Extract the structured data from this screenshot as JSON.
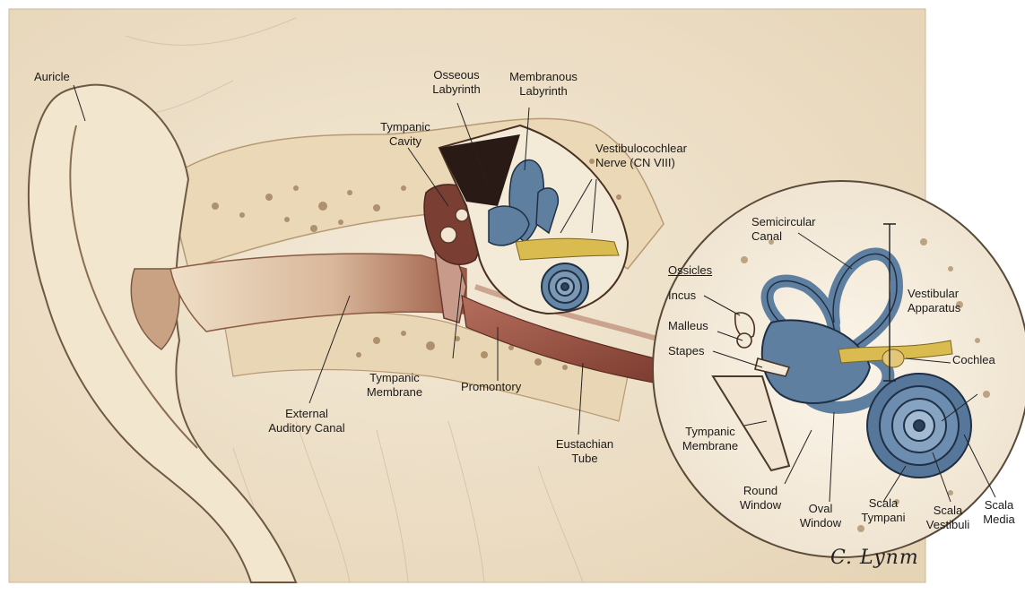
{
  "diagram": {
    "labels": {
      "auricle": "Auricle",
      "osseous_labyrinth": [
        "Osseous",
        "Labyrinth"
      ],
      "membranous_labyrinth": [
        "Membranous",
        "Labyrinth"
      ],
      "tympanic_cavity": [
        "Tympanic",
        "Cavity"
      ],
      "vestibulocochlear_nerve": [
        "Vestibulocochlear",
        "Nerve (CN VIII)"
      ],
      "tympanic_membrane_main": [
        "Tympanic",
        "Membrane"
      ],
      "promontory": "Promontory",
      "external_auditory_canal": [
        "External",
        "Auditory Canal"
      ],
      "eustachian_tube": [
        "Eustachian",
        "Tube"
      ]
    },
    "inset": {
      "semicircular_canal": [
        "Semicircular",
        "Canal"
      ],
      "ossicles": "Ossicles",
      "incus": "Incus",
      "malleus": "Malleus",
      "stapes": "Stapes",
      "vestibular_apparatus": [
        "Vestibular",
        "Apparatus"
      ],
      "cochlea": "Cochlea",
      "tympanic_membrane": [
        "Tympanic",
        "Membrane"
      ],
      "round_window": [
        "Round",
        "Window"
      ],
      "oval_window": [
        "Oval",
        "Window"
      ],
      "scala_tympani": [
        "Scala",
        "Tympani"
      ],
      "scala_vestibuli": [
        "Scala",
        "Vestibuli"
      ],
      "scala_media": [
        "Scala",
        "Media"
      ]
    },
    "signature": "C. Lynm",
    "colors": {
      "parchment": "#f1e6d2",
      "bone": "#e8d7b8",
      "flesh_dark": "#8a4a3a",
      "labyrinth_blue": "#5a7a9c",
      "nerve_yellow": "#d8b84a",
      "leader_line": "#222222"
    }
  }
}
